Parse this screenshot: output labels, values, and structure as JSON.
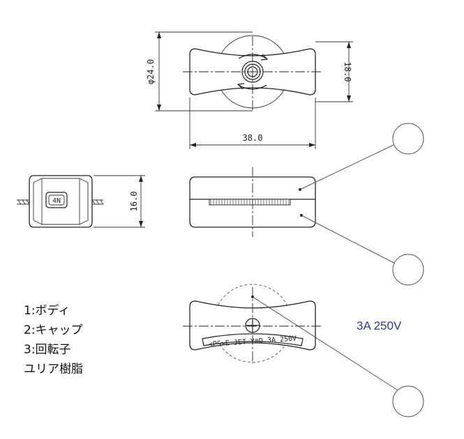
{
  "dimensions": {
    "diameter": "φ24.0",
    "height": "18.0",
    "width": "38.0",
    "thickness": "16.0"
  },
  "legend": {
    "items": [
      "1:ボディ",
      "2:キャップ",
      "3:回転子"
    ],
    "material": "ユリア樹脂"
  },
  "rating": "3A 250V",
  "plate_text": "<PS>E JET Y®D 3A 250V",
  "icons": [
    "rotation-arrow-icon",
    "screw-icon",
    "pse-mark-icon"
  ]
}
